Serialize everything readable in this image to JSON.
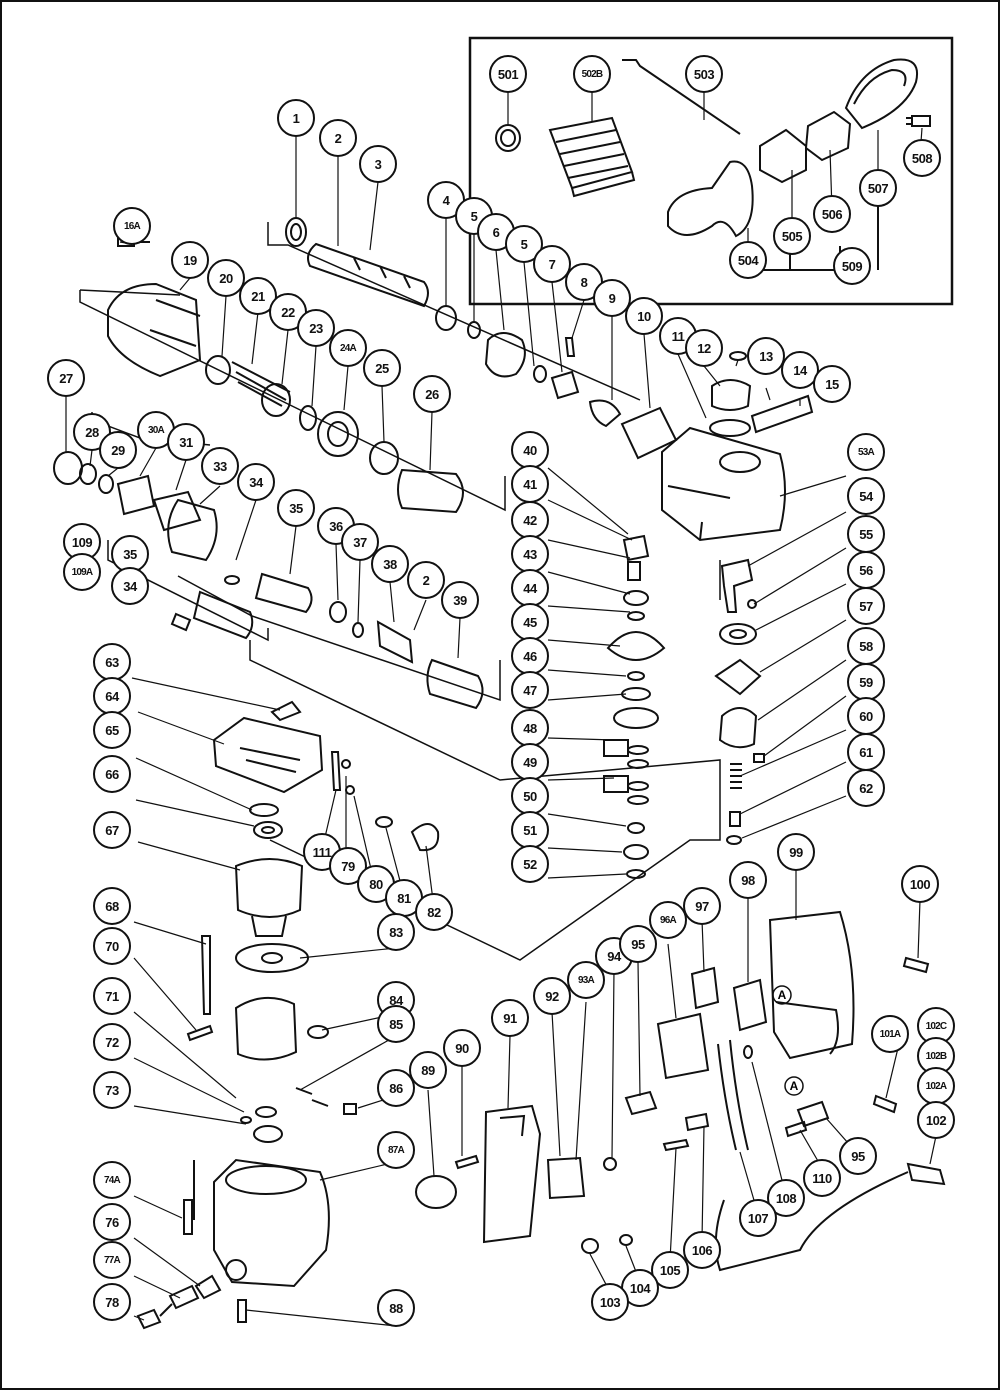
{
  "diagram": {
    "accessory_callouts": [
      "501",
      "502B",
      "503",
      "504",
      "505",
      "506",
      "507",
      "508",
      "509"
    ],
    "body_callouts": [
      "1",
      "2",
      "3",
      "4",
      "5",
      "6",
      "5",
      "7",
      "8",
      "9",
      "10",
      "11",
      "12",
      "13",
      "14",
      "15",
      "16A",
      "19",
      "20",
      "21",
      "22",
      "23",
      "24A",
      "25",
      "26",
      "27",
      "28",
      "29",
      "30A",
      "31",
      "33",
      "34",
      "35",
      "109",
      "109A",
      "35",
      "34",
      "36",
      "37",
      "38",
      "2",
      "39",
      "40",
      "41",
      "42",
      "43",
      "44",
      "45",
      "46",
      "47",
      "48",
      "49",
      "50",
      "51",
      "52",
      "53A",
      "54",
      "55",
      "56",
      "57",
      "58",
      "59",
      "60",
      "61",
      "62",
      "63",
      "64",
      "65",
      "66",
      "67",
      "68",
      "70",
      "71",
      "72",
      "73",
      "74A",
      "76",
      "77A",
      "78",
      "111",
      "79",
      "80",
      "81",
      "82",
      "83",
      "84",
      "85",
      "86",
      "87A",
      "88",
      "89",
      "90",
      "91",
      "92",
      "93A",
      "94",
      "95",
      "96A",
      "97",
      "98",
      "99",
      "100",
      "101A",
      "102C",
      "102B",
      "102A",
      "102",
      "95",
      "110",
      "108",
      "107",
      "106",
      "105",
      "104",
      "103"
    ],
    "inset_markers": [
      "A",
      "A"
    ]
  }
}
